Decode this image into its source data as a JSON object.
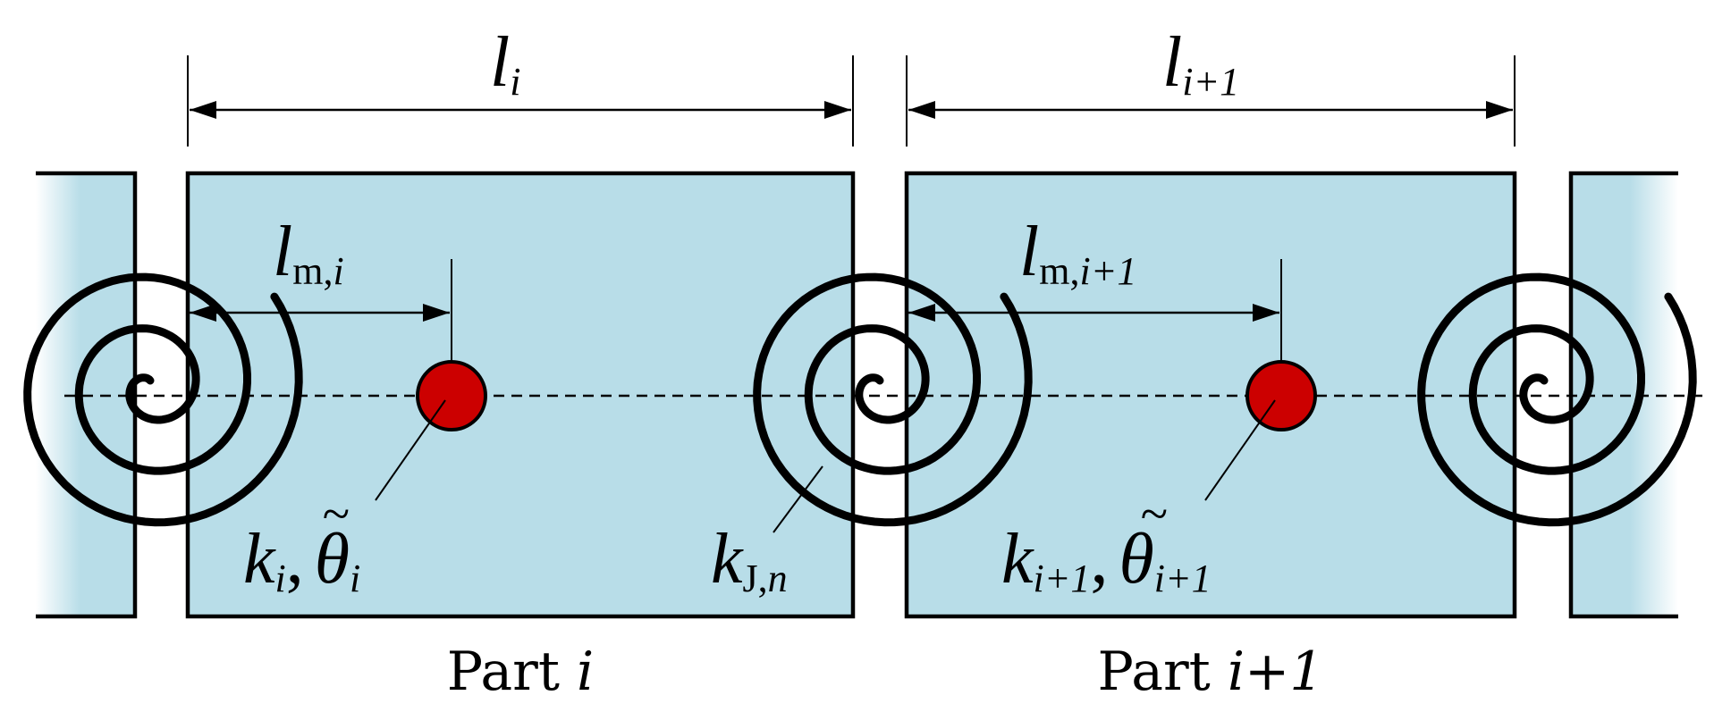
{
  "colors": {
    "fill": "#b8dde8",
    "stroke": "#000000",
    "mass": "#cc0000",
    "background": "#ffffff"
  },
  "parts": [
    {
      "caption_prefix": "Part ",
      "caption_suffix": "i",
      "length": {
        "main": "l",
        "sub": "i"
      },
      "mass_distance": {
        "main": "l",
        "sub_plain": "m,",
        "sub_italic": "i"
      },
      "stiffness": {
        "k_sub": "i",
        "comma": ",",
        "theta_sub": "i"
      }
    },
    {
      "caption_prefix": "Part ",
      "caption_suffix": "i+1",
      "length": {
        "main": "l",
        "sub": "i+1"
      },
      "mass_distance": {
        "main": "l",
        "sub_plain": "m,",
        "sub_italic": "i+1"
      },
      "stiffness": {
        "k_sub": "i+1",
        "comma": ",",
        "theta_sub": "i+1"
      }
    }
  ],
  "joint_label": {
    "main": "k",
    "sub_plain": "J,",
    "sub_italic": "n"
  },
  "icons": [
    "spiral-spring-icon",
    "point-mass-icon"
  ]
}
